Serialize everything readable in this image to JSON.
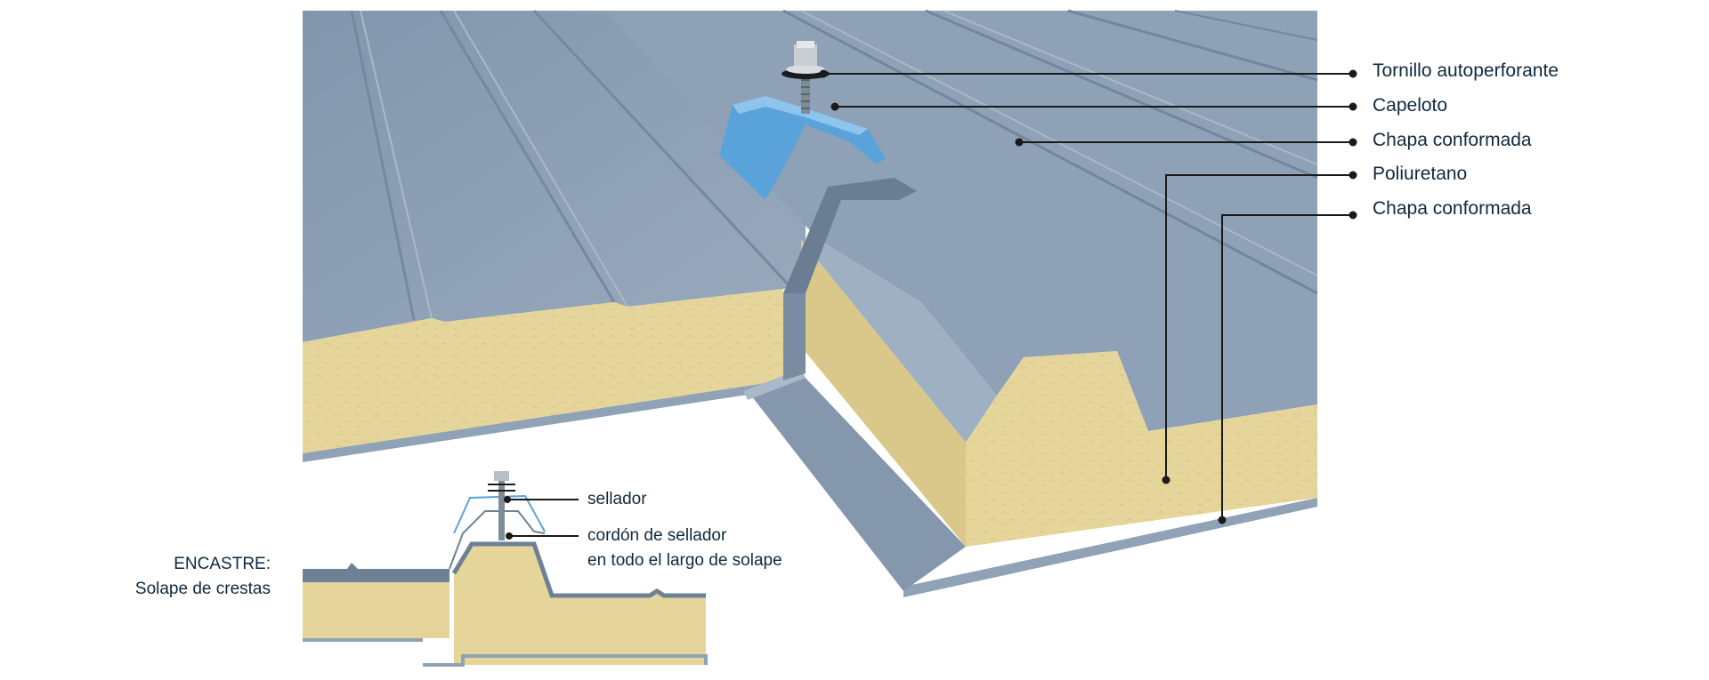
{
  "callouts": {
    "tornillo": "Tornillo autoperforante",
    "capeloto": "Capeloto",
    "chapa_top": "Chapa conformada",
    "poliuretano": "Poliuretano",
    "chapa_bottom": "Chapa conformada"
  },
  "detail": {
    "sellador": "sellador",
    "cordon_line1": "cordón de sellador",
    "cordon_line2": "en todo el largo de solape",
    "encastre_title": "ENCASTRE:",
    "encastre_sub": "Solape de crestas"
  },
  "colors": {
    "steel": "#8fa2b6",
    "steel_dark": "#6d8196",
    "steel_light": "#a7b7c8",
    "foam": "#e6d59a",
    "foam_shade": "#d2c07f",
    "cap": "#5aa2da",
    "leader": "#1a1a1a"
  }
}
